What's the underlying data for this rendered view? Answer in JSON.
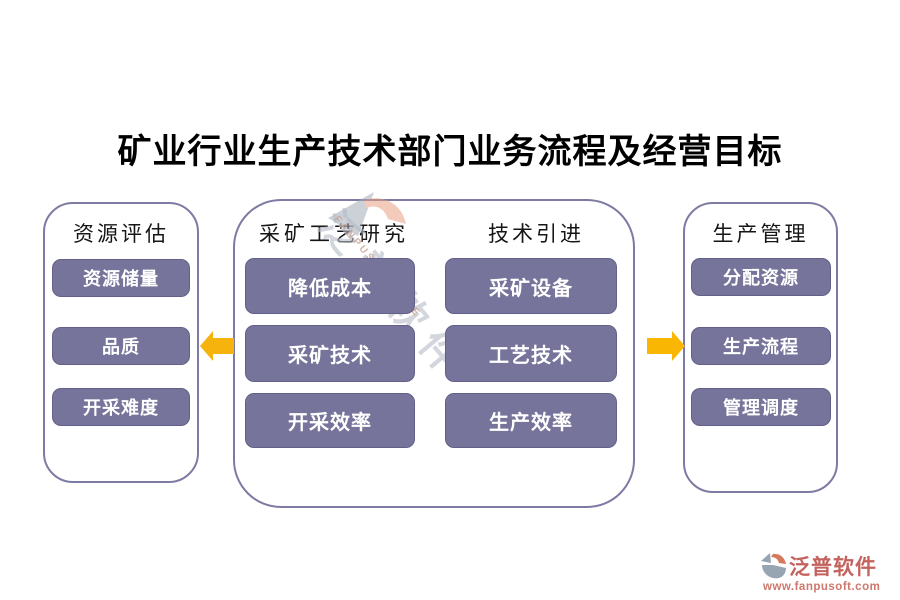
{
  "title": "矿业行业生产技术部门业务流程及经营目标",
  "panels": {
    "left": {
      "title": "资源评估",
      "items": [
        "资源储量",
        "品质",
        "开采难度"
      ]
    },
    "middle": {
      "columns": [
        {
          "title": "采矿工艺研究",
          "items": [
            "降低成本",
            "采矿技术",
            "开采效率"
          ]
        },
        {
          "title": "技术引进",
          "items": [
            "采矿设备",
            "工艺技术",
            "生产效率"
          ]
        }
      ]
    },
    "right": {
      "title": "生产管理",
      "items": [
        "分配资源",
        "生产流程",
        "管理调度"
      ]
    }
  },
  "arrows": {
    "left": "arrow-pointing-left",
    "right": "arrow-pointing-right"
  },
  "watermark": {
    "text": "泛普软件",
    "subtext": "FANPUSOFTWARE"
  },
  "footer": {
    "brand": "泛普软件",
    "url": "www.fanpusoft.com"
  },
  "colors": {
    "node_fill": "#76749a",
    "node_border": "#626088",
    "panel_border": "#7d7ba3",
    "arrow": "#f7b30d",
    "brand_text": "#c4635e",
    "title_text": "#000000"
  }
}
